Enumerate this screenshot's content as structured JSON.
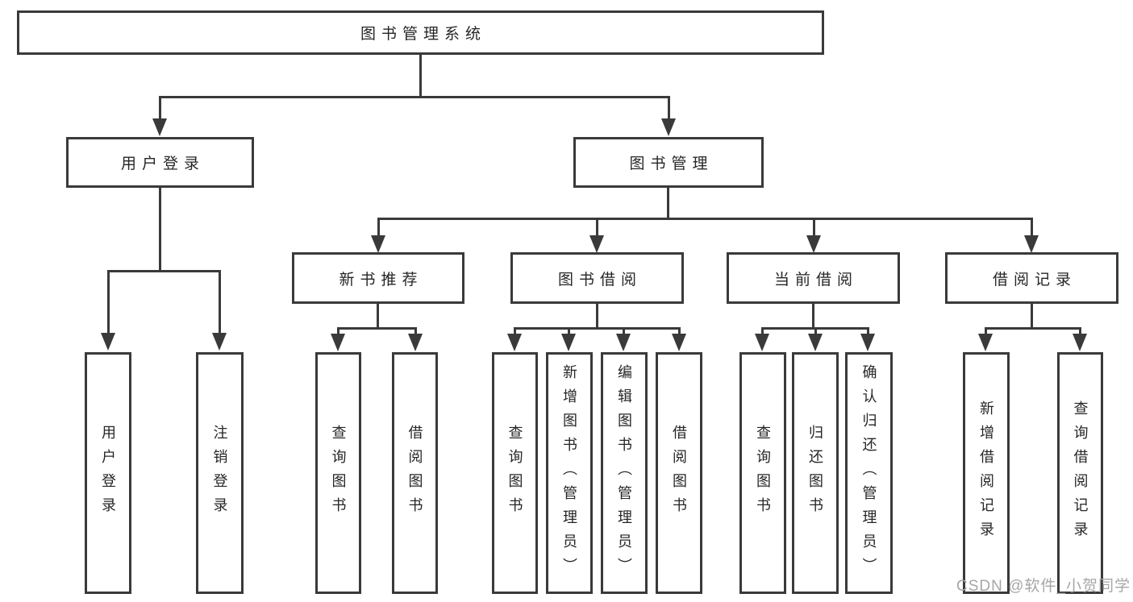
{
  "tree": {
    "root": {
      "label": "图书管理系统"
    },
    "branches": [
      {
        "label": "用户登录",
        "children": [
          {
            "label": "用户登录"
          },
          {
            "label": "注销登录"
          }
        ]
      },
      {
        "label": "图书管理",
        "children": [
          {
            "label": "新书推荐",
            "children": [
              {
                "label": "查询图书"
              },
              {
                "label": "借阅图书"
              }
            ]
          },
          {
            "label": "图书借阅",
            "children": [
              {
                "label": "查询图书"
              },
              {
                "label": "新增图书（管理员）"
              },
              {
                "label": "编辑图书（管理员）"
              },
              {
                "label": "借阅图书"
              }
            ]
          },
          {
            "label": "当前借阅",
            "children": [
              {
                "label": "查询图书"
              },
              {
                "label": "归还图书"
              },
              {
                "label": "确认归还（管理员）"
              }
            ]
          },
          {
            "label": "借阅记录",
            "children": [
              {
                "label": "新增借阅记录"
              },
              {
                "label": "查询借阅记录"
              }
            ]
          }
        ]
      }
    ]
  },
  "watermark": {
    "text": "CSDN @软件_小贺同学"
  },
  "colors": {
    "line": "#3a3a3a",
    "box_border": "#3a3a3a",
    "box_fill": "#ffffff",
    "text": "#262626",
    "watermark": "#a6a6a6"
  }
}
